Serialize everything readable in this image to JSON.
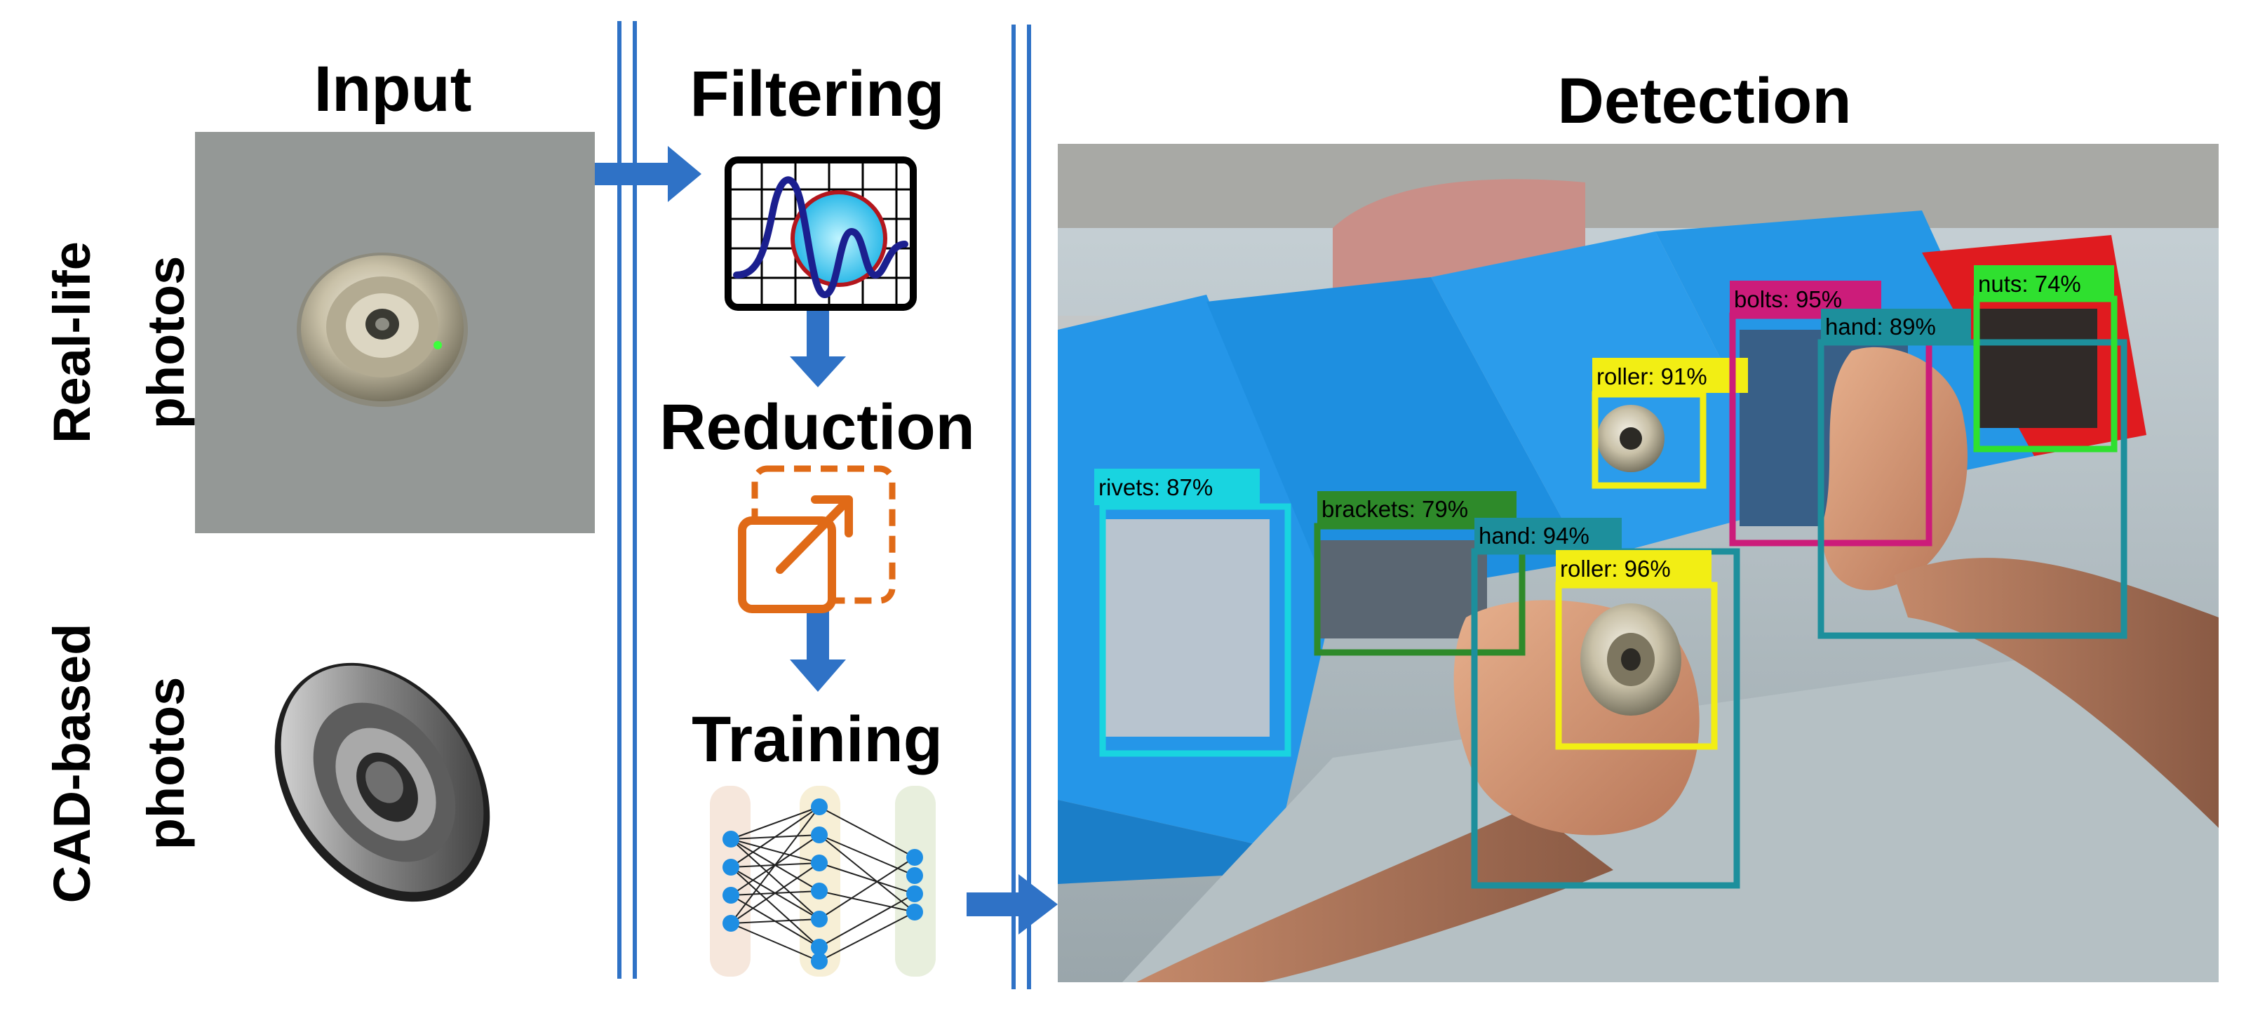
{
  "sections": {
    "input": "Input",
    "filtering": "Filtering",
    "reduction": "Reduction",
    "training": "Training",
    "detection": "Detection"
  },
  "row_labels": {
    "real_line1": "Real-life",
    "real_line2": "photos",
    "cad_line1": "CAD-based",
    "cad_line2": "photos"
  },
  "detections": [
    {
      "label": "rivets: 87%",
      "color": "#19d4e0",
      "text_color": "#000000"
    },
    {
      "label": "brackets: 79%",
      "color": "#2e8a2a",
      "text_color": "#000000"
    },
    {
      "label": "hand: 94%",
      "color": "#1d8f9c",
      "text_color": "#000000"
    },
    {
      "label": "roller: 96%",
      "color": "#f2ee14",
      "text_color": "#000000"
    },
    {
      "label": "roller: 91%",
      "color": "#f2ee14",
      "text_color": "#000000"
    },
    {
      "label": "bolts: 95%",
      "color": "#cc1c7a",
      "text_color": "#000000"
    },
    {
      "label": "hand: 89%",
      "color": "#1d8f9c",
      "text_color": "#000000"
    },
    {
      "label": "nuts: 74%",
      "color": "#2fe02f",
      "text_color": "#000000"
    }
  ],
  "colors": {
    "flow_arrow": "#2f72c6",
    "divider": "#2f72c6",
    "reduction_icon": "#e06a17",
    "bin_blue": "#2596e8"
  }
}
